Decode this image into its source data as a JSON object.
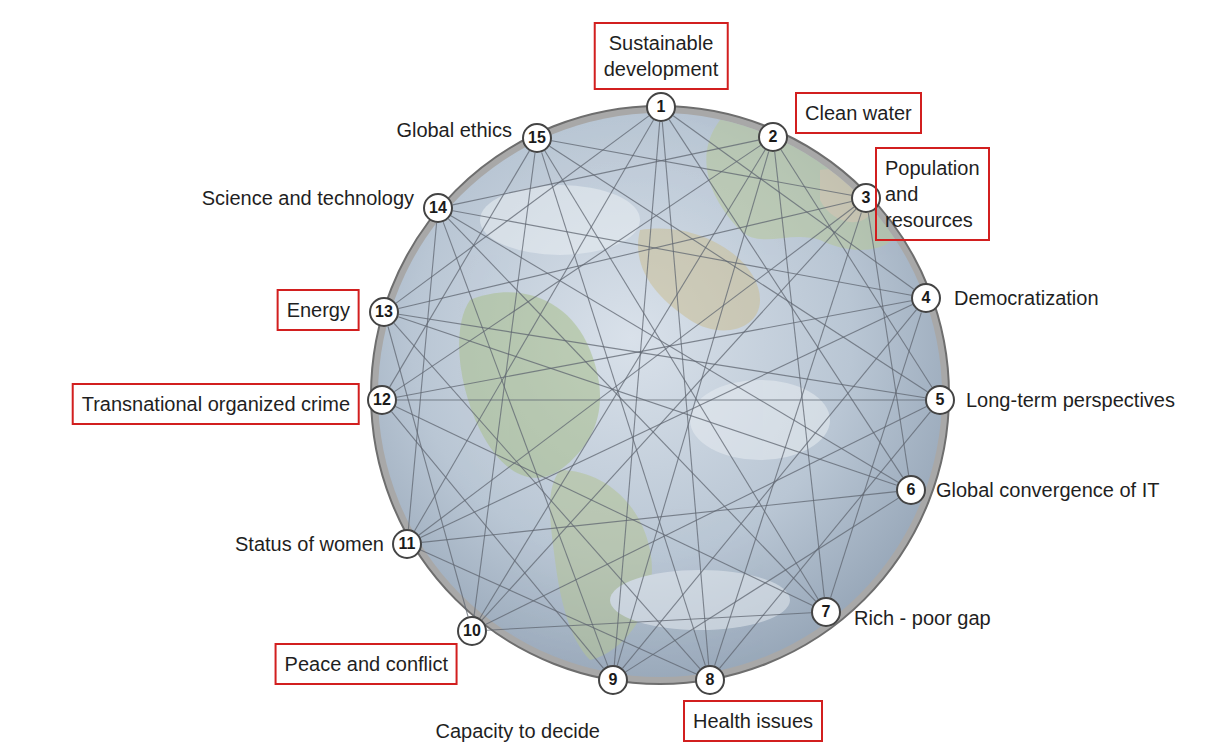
{
  "diagram": {
    "nodes": [
      {
        "text": [
          "1",
          "Sustainable development"
        ]
      },
      {
        "text": [
          "2",
          "Clean water"
        ]
      },
      {
        "text": [
          "3",
          "Population and resources"
        ]
      },
      {
        "text": [
          "4",
          "Democratization"
        ]
      },
      {
        "text": [
          "5",
          "Long-term perspectives"
        ]
      },
      {
        "text": [
          "6",
          "Global convergence of IT"
        ]
      },
      {
        "text": [
          "7",
          "Rich - poor gap"
        ]
      },
      {
        "text": [
          "8",
          "Health issues"
        ]
      },
      {
        "text": [
          "9",
          "Capacity to decide"
        ]
      },
      {
        "text": [
          "10",
          "Peace and conflict"
        ]
      },
      {
        "text": [
          "11",
          "Status of women"
        ]
      },
      {
        "text": [
          "12",
          "Transnational organized crime"
        ]
      },
      {
        "text": [
          "13",
          "Energy"
        ]
      },
      {
        "text": [
          "14",
          "Science and technology"
        ]
      },
      {
        "text": [
          "15",
          "Global ethics"
        ]
      }
    ],
    "edges": [
      {
        "from": 0,
        "to": 3,
        "arrow": "none"
      },
      {
        "from": 0,
        "to": 5,
        "arrow": "none"
      },
      {
        "from": 0,
        "to": 7,
        "arrow": "none"
      },
      {
        "from": 1,
        "to": 4,
        "arrow": "none"
      },
      {
        "from": 1,
        "to": 6,
        "arrow": "none"
      },
      {
        "from": 1,
        "to": 8,
        "arrow": "none"
      },
      {
        "from": 2,
        "to": 5,
        "arrow": "none"
      },
      {
        "from": 2,
        "to": 7,
        "arrow": "none"
      },
      {
        "from": 2,
        "to": 9,
        "arrow": "none"
      },
      {
        "from": 3,
        "to": 6,
        "arrow": "none"
      },
      {
        "from": 3,
        "to": 8,
        "arrow": "none"
      },
      {
        "from": 3,
        "to": 10,
        "arrow": "none"
      },
      {
        "from": 4,
        "to": 7,
        "arrow": "none"
      },
      {
        "from": 4,
        "to": 9,
        "arrow": "none"
      },
      {
        "from": 4,
        "to": 11,
        "arrow": "none"
      },
      {
        "from": 5,
        "to": 8,
        "arrow": "none"
      },
      {
        "from": 5,
        "to": 10,
        "arrow": "none"
      },
      {
        "from": 5,
        "to": 12,
        "arrow": "none"
      },
      {
        "from": 6,
        "to": 9,
        "arrow": "none"
      },
      {
        "from": 6,
        "to": 11,
        "arrow": "none"
      },
      {
        "from": 6,
        "to": 13,
        "arrow": "none"
      },
      {
        "from": 7,
        "to": 10,
        "arrow": "none"
      },
      {
        "from": 7,
        "to": 12,
        "arrow": "none"
      },
      {
        "from": 7,
        "to": 14,
        "arrow": "none"
      },
      {
        "from": 8,
        "to": 11,
        "arrow": "none"
      },
      {
        "from": 8,
        "to": 13,
        "arrow": "none"
      },
      {
        "from": 8,
        "to": 0,
        "arrow": "none"
      },
      {
        "from": 9,
        "to": 12,
        "arrow": "none"
      },
      {
        "from": 9,
        "to": 14,
        "arrow": "none"
      },
      {
        "from": 9,
        "to": 1,
        "arrow": "none"
      },
      {
        "from": 10,
        "to": 13,
        "arrow": "none"
      },
      {
        "from": 10,
        "to": 0,
        "arrow": "none"
      },
      {
        "from": 10,
        "to": 2,
        "arrow": "none"
      },
      {
        "from": 11,
        "to": 14,
        "arrow": "none"
      },
      {
        "from": 11,
        "to": 1,
        "arrow": "none"
      },
      {
        "from": 11,
        "to": 3,
        "arrow": "none"
      },
      {
        "from": 12,
        "to": 0,
        "arrow": "none"
      },
      {
        "from": 12,
        "to": 2,
        "arrow": "none"
      },
      {
        "from": 12,
        "to": 4,
        "arrow": "none"
      },
      {
        "from": 13,
        "to": 1,
        "arrow": "none"
      },
      {
        "from": 13,
        "to": 3,
        "arrow": "none"
      },
      {
        "from": 13,
        "to": 5,
        "arrow": "none"
      },
      {
        "from": 14,
        "to": 2,
        "arrow": "none"
      },
      {
        "from": 14,
        "to": 4,
        "arrow": "none"
      },
      {
        "from": 14,
        "to": 6,
        "arrow": "none"
      }
    ]
  }
}
